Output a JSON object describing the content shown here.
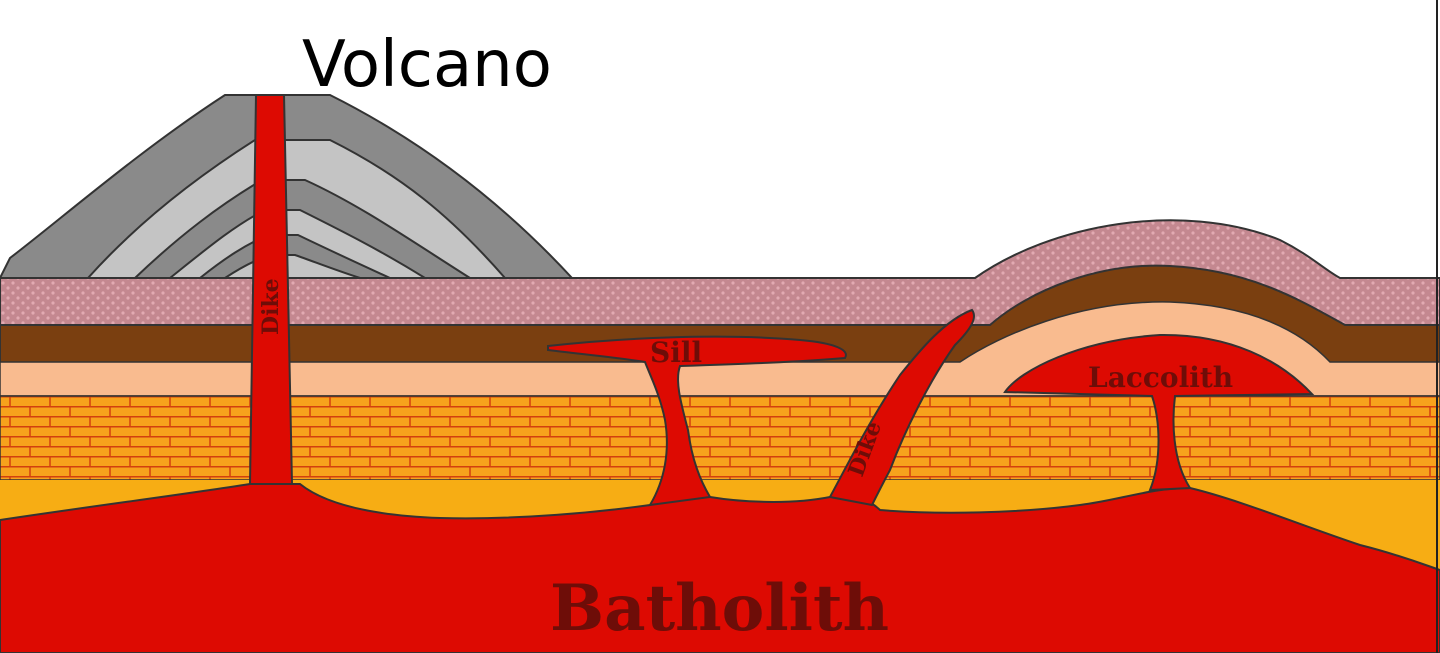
{
  "labels": {
    "volcano": "Volcano",
    "dike_left": "Dike",
    "sill": "Sill",
    "dike_right": "Dike",
    "laccolith": "Laccolith",
    "batholith": "Batholith"
  },
  "colors": {
    "sky": "#ffffff",
    "volcano_dark": "#8a8a8a",
    "volcano_light": "#c4c4c4",
    "top_layer": "#c48890",
    "top_layer_dots": "#e2aab2",
    "brown_layer": "#7a3f10",
    "peach_layer": "#f9bb8f",
    "brick_fill": "#f7a21c",
    "brick_mortar": "#d2400e",
    "yellow_layer": "#f7ad14",
    "magma": "#dd0a02",
    "label_dark": "#6e0d08"
  }
}
